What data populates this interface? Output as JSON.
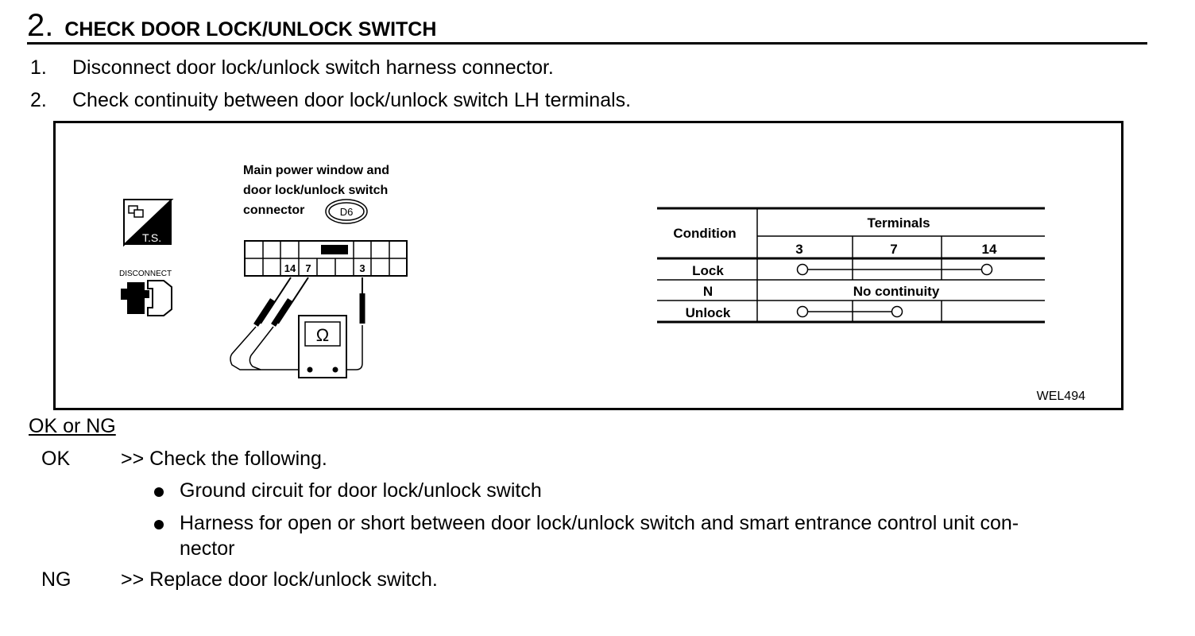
{
  "header": {
    "step_number": "2.",
    "title": "CHECK DOOR LOCK/UNLOCK SWITCH"
  },
  "steps": [
    {
      "num": "1.",
      "text": "Disconnect door lock/unlock switch harness connector."
    },
    {
      "num": "2.",
      "text": "Check continuity between door lock/unlock switch LH terminals."
    }
  ],
  "figure": {
    "icons": {
      "ts_label": "T.S.",
      "disconnect_label": "DISCONNECT"
    },
    "connector": {
      "label_lines": [
        "Main power window and",
        "door lock/unlock switch",
        "connector"
      ],
      "connector_id": "D6",
      "pins": [
        "14",
        "7",
        "3"
      ],
      "meter_symbol": "Ω"
    },
    "table": {
      "condition_header": "Condition",
      "terminals_header": "Terminals",
      "terminal_cols": [
        "3",
        "7",
        "14"
      ],
      "rows": [
        {
          "condition": "Lock",
          "note": ""
        },
        {
          "condition": "N",
          "note": "No continuity"
        },
        {
          "condition": "Unlock",
          "note": ""
        }
      ]
    },
    "figure_id": "WEL494"
  },
  "result": {
    "title": "OK or NG",
    "ok": {
      "code": "OK",
      "text": ">> Check the following."
    },
    "bullets": [
      "Ground circuit for door lock/unlock switch",
      "Harness for open or short between door lock/unlock switch and smart entrance control unit con-",
      "nector"
    ],
    "ng": {
      "code": "NG",
      "text": ">> Replace door lock/unlock switch."
    }
  }
}
